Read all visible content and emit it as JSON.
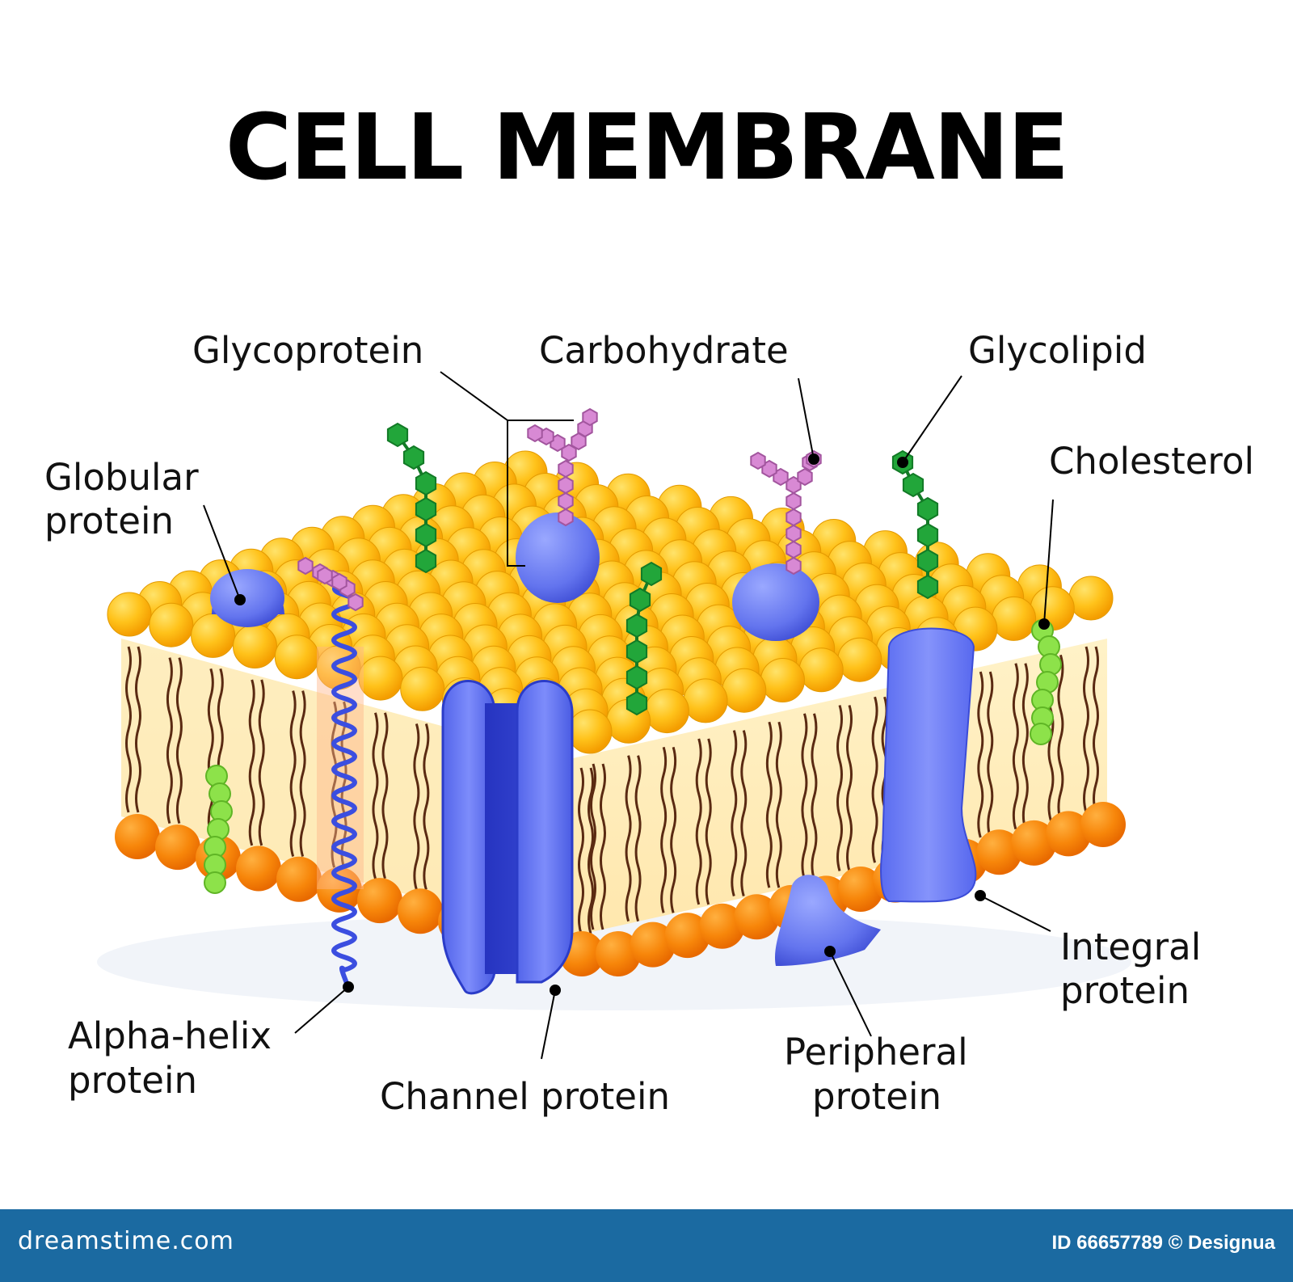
{
  "title": "CELL MEMBRANE",
  "labels": {
    "glycoprotein": "Glycoprotein",
    "carbohydrate": "Carbohydrate",
    "glycolipid": "Glycolipid",
    "globular_line1": "Globular",
    "globular_line2": "protein",
    "cholesterol": "Cholesterol",
    "integral_line1": "Integral",
    "integral_line2": "protein",
    "peripheral_line1": "Peripheral",
    "peripheral_line2": "protein",
    "channel": "Channel protein",
    "alpha_line1": "Alpha-helix",
    "alpha_line2": "protein"
  },
  "footer": {
    "site": "dreamstime.com",
    "image_id": "ID 66657789 © Designua"
  },
  "colors": {
    "head_light": "#ffd23a",
    "head_dark": "#f5a200",
    "head_bottom": "#f08a00",
    "protein_blue": "#6c7ef2",
    "protein_dark": "#2c3cc8",
    "glycolipid_green": "#22a63a",
    "cholesterol_green": "#8de24a",
    "carbohydrate_pink": "#d889d4",
    "footer_bar": "#1b6aa1"
  }
}
